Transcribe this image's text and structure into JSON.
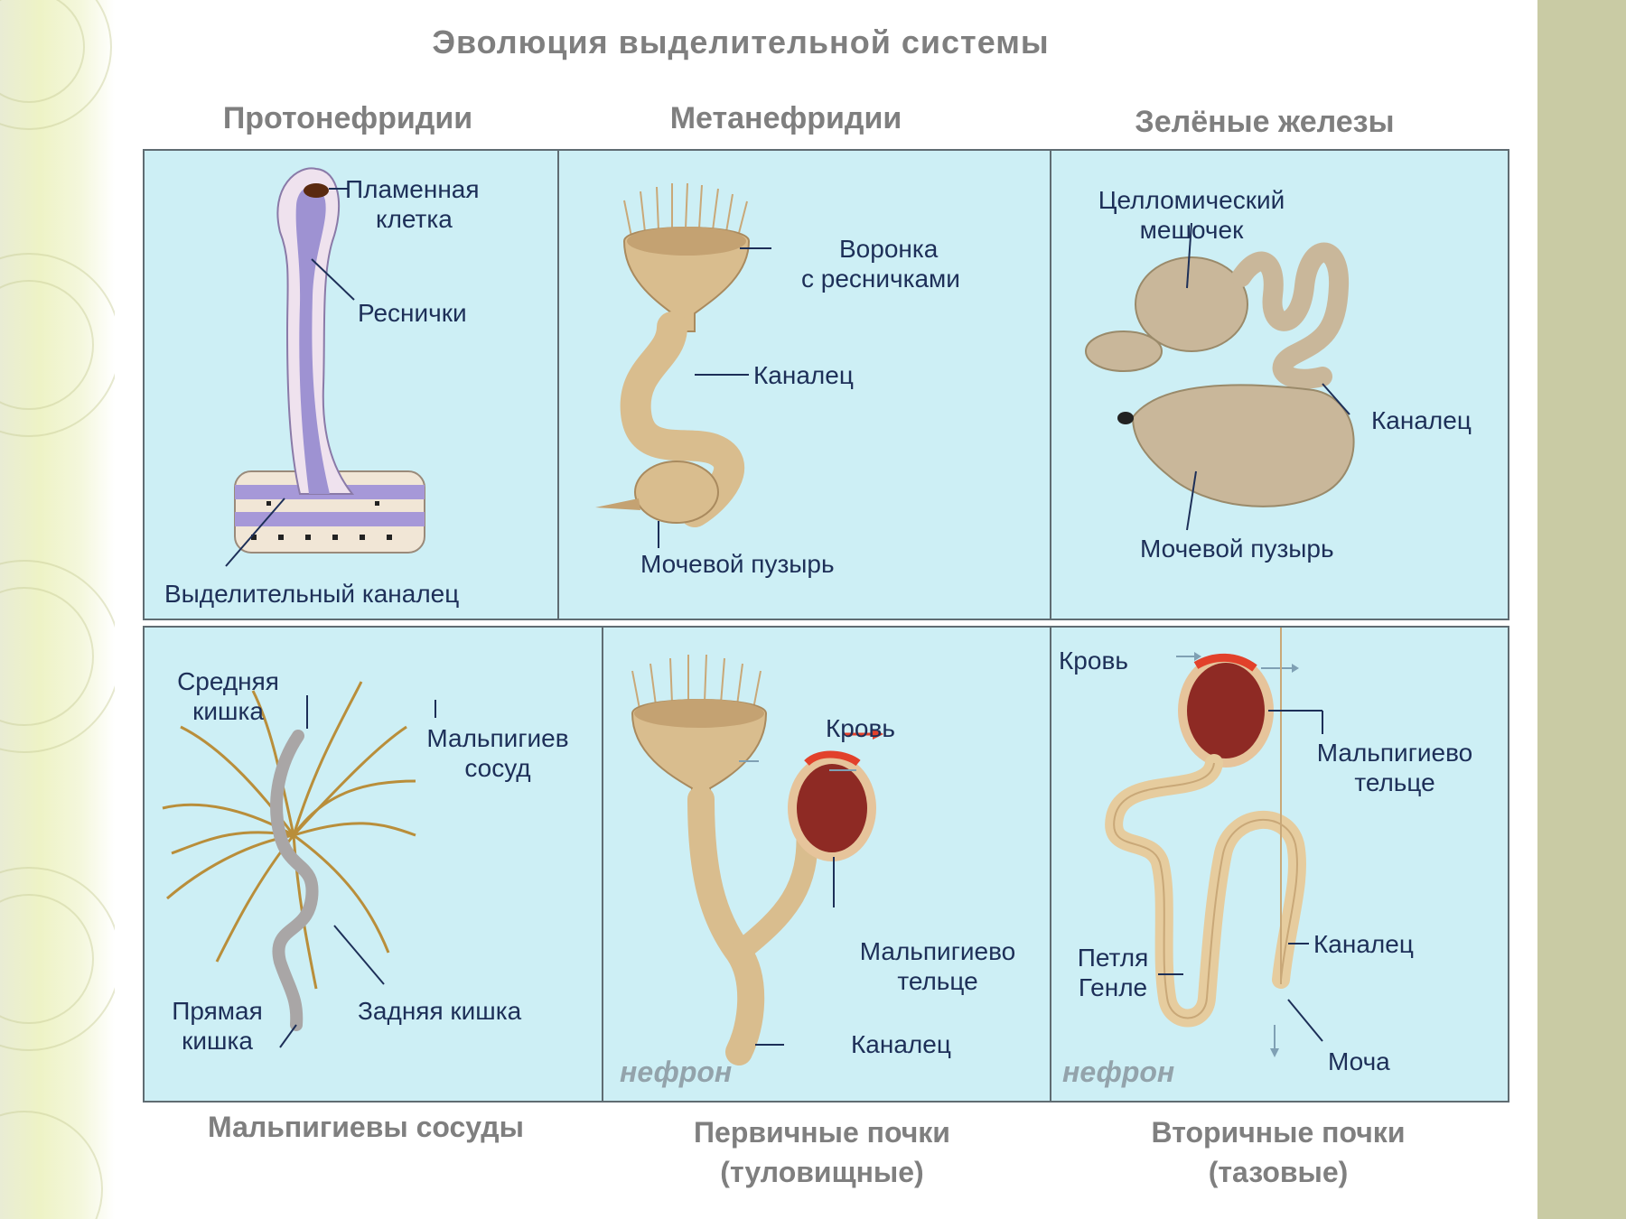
{
  "title": "Эволюция выделительной системы",
  "columns_top": [
    "Протонефридии",
    "Метанефридии",
    "Зелёные железы"
  ],
  "bottom_titles": {
    "malpighian": "Мальпигиевы сосуды",
    "primary_line1": "Первичные почки",
    "primary_line2": "(туловищные)",
    "secondary_line1": "Вторичные почки",
    "secondary_line2": "(тазовые)"
  },
  "protonephridia": {
    "flame_cell_1": "Пламенная",
    "flame_cell_2": "клетка",
    "cilia": "Реснички",
    "excretory_canal": "Выделительный каналец"
  },
  "metanephridia": {
    "funnel_1": "Воронка",
    "funnel_2": "с ресничками",
    "canal": "Каналец",
    "bladder": "Мочевой пузырь"
  },
  "green_glands": {
    "coelom_1": "Целломический",
    "coelom_2": "мешочек",
    "canal": "Каналец",
    "bladder": "Мочевой пузырь"
  },
  "malpighian": {
    "midgut_1": "Средняя",
    "midgut_2": "кишка",
    "vessel_1": "Мальпигиев",
    "vessel_2": "сосуд",
    "rectum_1": "Прямая",
    "rectum_2": "кишка",
    "hindgut": "Задняя кишка"
  },
  "primary_kidney": {
    "blood": "Кровь",
    "body_1": "Мальпигиево",
    "body_2": "тельце",
    "canal": "Каналец",
    "nephron": "нефрон"
  },
  "secondary_kidney": {
    "blood": "Кровь",
    "body_1": "Мальпигиево",
    "body_2": "тельце",
    "loop_1": "Петля",
    "loop_2": "Генле",
    "canal": "Каналец",
    "urine": "Моча",
    "nephron": "нефрон"
  },
  "colors": {
    "panel_bg": "#cdeff5",
    "tissue": "#d9bd8e",
    "tissue_dark": "#a98a5e",
    "protonephridia_tube": "#9e92d2",
    "glomerulus": "#8e2a24",
    "blood_arrow": "#e2412b",
    "label_text": "#1d2f58",
    "title_text": "#7f7f7f"
  }
}
